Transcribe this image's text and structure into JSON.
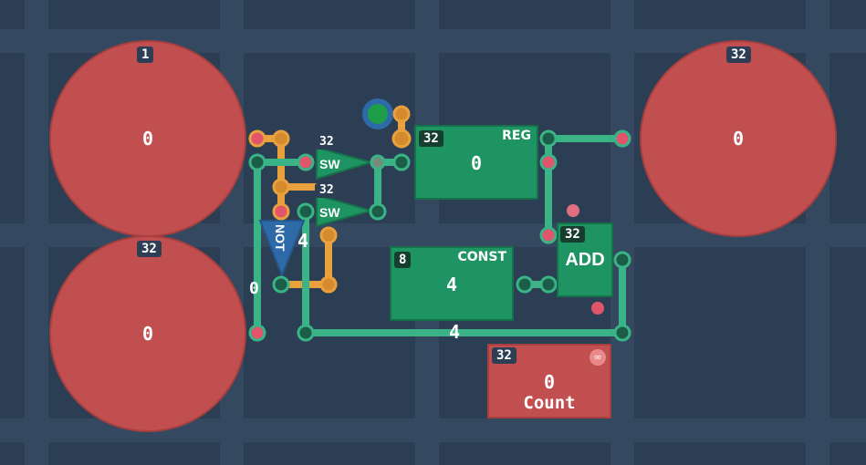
{
  "inputs": [
    {
      "bits": "1",
      "value": "0"
    },
    {
      "bits": "32",
      "value": "0"
    }
  ],
  "output": {
    "bits": "32",
    "value": "0"
  },
  "switches": [
    {
      "bits": "32",
      "label": "SW"
    },
    {
      "bits": "32",
      "label": "SW"
    }
  ],
  "not_gate": {
    "label": "NOT"
  },
  "register": {
    "bits": "32",
    "title": "REG",
    "value": "0"
  },
  "constant": {
    "bits": "8",
    "title": "CONST",
    "value": "4"
  },
  "adder": {
    "bits": "32",
    "title": "ADD"
  },
  "counter": {
    "bits": "32",
    "value": "0",
    "label": "Count",
    "link_icon": "link-icon"
  },
  "wire_labels": {
    "digit_4_a": "4",
    "digit_4_b": "4",
    "digit_0": "0"
  },
  "colors": {
    "background": "#2c3e54",
    "grid": "#34495f",
    "wire_green": "#3ab487",
    "wire_orange": "#e8a13d",
    "component_green": "#1f9463",
    "io_red": "#c24f4f"
  }
}
